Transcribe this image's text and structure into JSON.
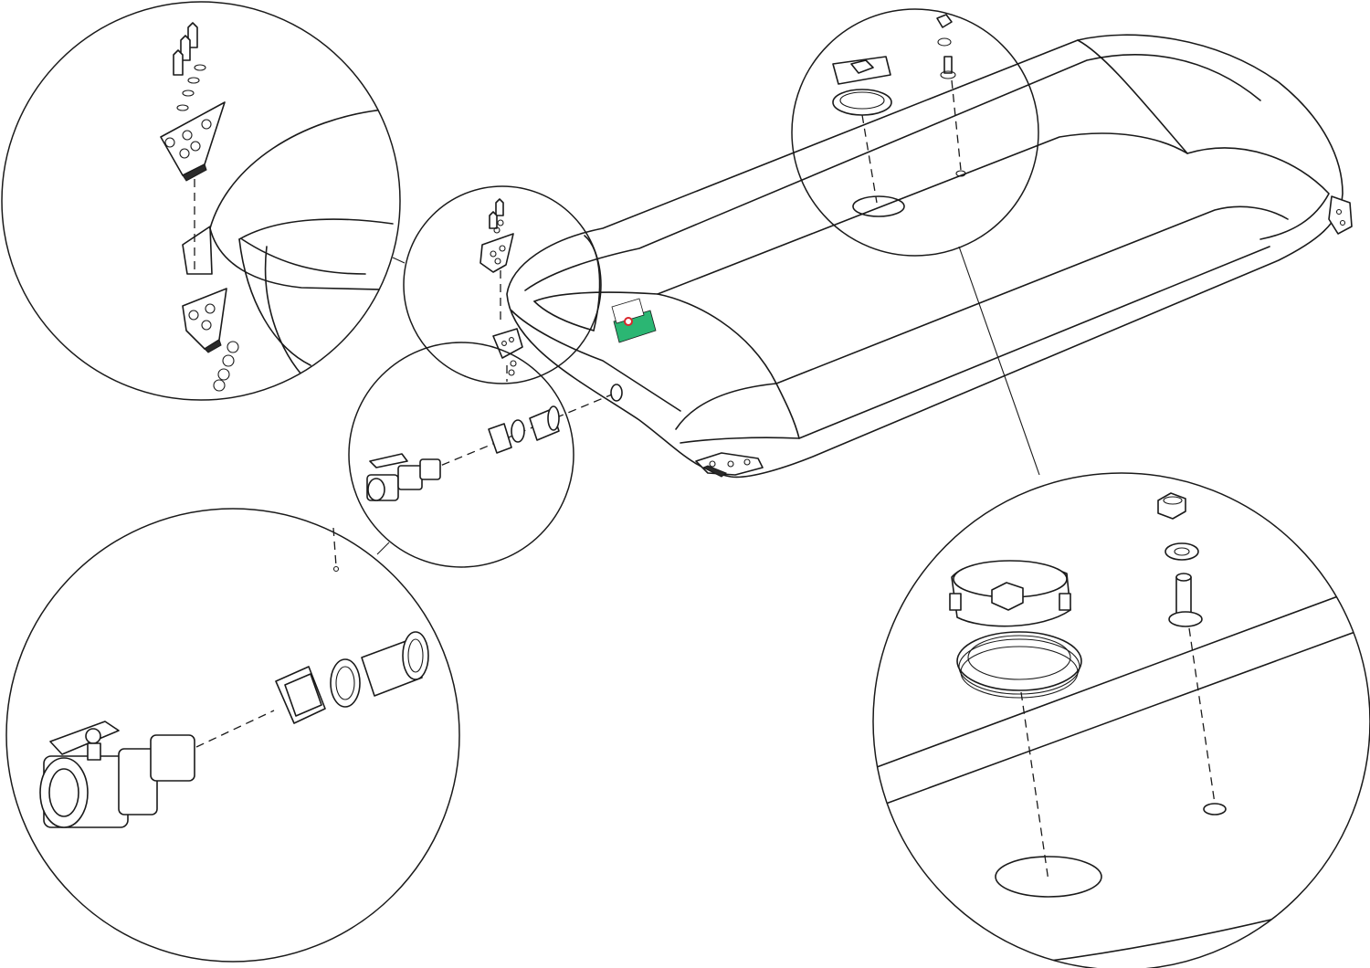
{
  "diagram": {
    "label_sticker": {
      "accent_color": "#2bb673",
      "warning_color": "#d9262c"
    },
    "callouts": [
      "mounting-bracket-detail",
      "valve-outlet-detail",
      "fill-cap-and-vent-detail"
    ]
  }
}
